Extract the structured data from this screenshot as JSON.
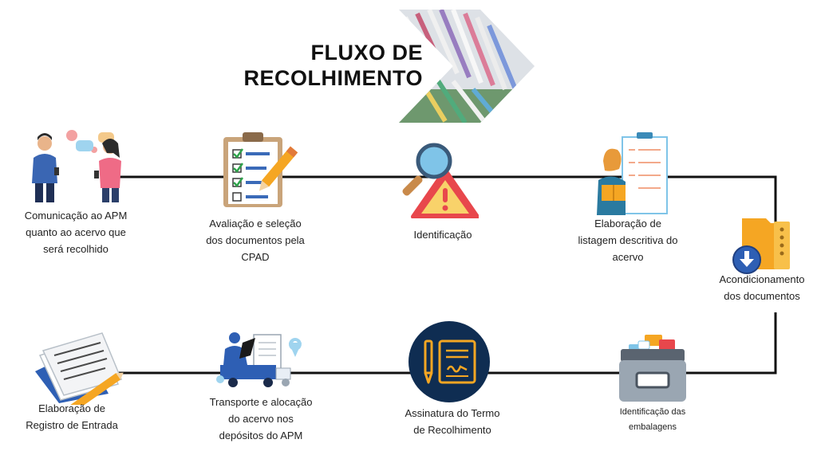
{
  "title": {
    "line1": "FLUXO DE",
    "line2": "RECOLHIMENTO"
  },
  "steps": [
    {
      "id": "comunicacao",
      "label": "Comunicação ao APM\nquanto ao acervo que\nserá recolhido",
      "icon": "people-talking-icon"
    },
    {
      "id": "avaliacao",
      "label": "Avaliação e seleção\ndos documentos  pela\nCPAD",
      "icon": "checklist-clipboard-icon"
    },
    {
      "id": "identificacao",
      "label": "Identificação",
      "icon": "magnifier-warning-icon"
    },
    {
      "id": "listagem",
      "label": "Elaboração de\nlistagem descritiva do\nacervo",
      "icon": "woman-reading-list-icon"
    },
    {
      "id": "acondicionamento",
      "label": "Acondicionamento\ndos documentos",
      "icon": "folder-download-icon"
    },
    {
      "id": "embalagens",
      "label": "Identificação das\nembalagens",
      "icon": "archive-drawer-icon"
    },
    {
      "id": "assinatura",
      "label": "Assinatura do Termo\nde Recolhimento",
      "icon": "signed-document-icon"
    },
    {
      "id": "transporte",
      "label": "Transporte e alocação\ndo acervo nos\ndepósitos do APM",
      "icon": "transport-truck-icon"
    },
    {
      "id": "registro",
      "label": "Elaboração de\nRegistro de Entrada",
      "icon": "papers-pencil-icon"
    }
  ],
  "colors": {
    "line": "#111111",
    "navy": "#0f2d52",
    "folder_orange": "#f5a623",
    "warning_red": "#e8474c",
    "magnifier_blue": "#7fc4e8"
  }
}
